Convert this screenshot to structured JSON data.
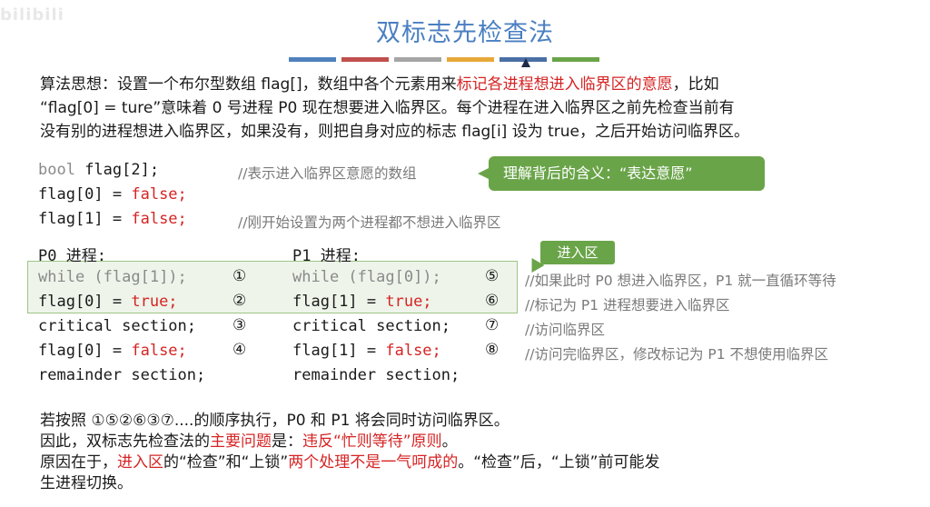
{
  "watermark": "bilibili",
  "title": "双标志先检查法",
  "progress_bar_colors": [
    "#4f81bd",
    "#c0504d",
    "#a5a5a5",
    "#e8a838",
    "#4a6fa5",
    "#6aa449"
  ],
  "intro": {
    "p1_a": "算法思想：设置一个布尔型数组 flag[]，数组中各个元素用来",
    "p1_red": "标记各进程想进入临界区的意愿",
    "p1_b": "，比如",
    "p2": "“flag[0] = ture”意味着 0 号进程 P0 现在想要进入临界区。每个进程在进入临界区之前先检查当前有",
    "p3": "没有别的进程想进入临界区，如果没有，则把自身对应的标志 flag[i] 设为 true，之后开始访问临界区。"
  },
  "decl": {
    "line1_kw": "bool",
    "line1_rest": " flag[2];",
    "line1_comment": "//表示进入临界区意愿的数组",
    "line2_a": "flag[0] = ",
    "line2_b": "false;",
    "line3_a": "flag[1] = ",
    "line3_b": "false;",
    "line3_comment": "//刚开始设置为两个进程都不想进入临界区"
  },
  "callout": "理解背后的含义：“表达意愿”",
  "entry_label": "进入区",
  "p0": {
    "header": "P0 进程:",
    "l1_kw": "while",
    "l1_rest": " (flag[1]);",
    "l2_a": "flag[0] = ",
    "l2_b": "true;",
    "l3": "critical section;",
    "l4_a": "flag[0] = ",
    "l4_b": "false;",
    "l5": "remainder section;",
    "marks": [
      "①",
      "②",
      "③",
      "④"
    ]
  },
  "p1": {
    "header": "P1 进程:",
    "l1_kw": "while",
    "l1_rest": " (flag[0]);",
    "l2_a": "flag[1] = ",
    "l2_b": "true;",
    "l3": "critical section;",
    "l4_a": "flag[1] = ",
    "l4_b": "false;",
    "l5": "remainder section;",
    "marks": [
      "⑤",
      "⑥",
      "⑦",
      "⑧"
    ]
  },
  "comments": [
    "//如果此时 P0 想进入临界区，P1 就一直循环等待",
    "//标记为 P1 进程想要进入临界区",
    "//访问临界区",
    "//访问完临界区，修改标记为 P1 不想使用临界区"
  ],
  "conclusion": {
    "l1": "若按照 ①⑤②⑥③⑦....的顺序执行，P0 和 P1 将会同时访问临界区。",
    "l2_a": "因此，双标志先检查法的",
    "l2_red1": "主要问题",
    "l2_b": "是：",
    "l2_red2": "违反“忙则等待”原则",
    "l2_c": "。",
    "l3_a": "原因在于，",
    "l3_red1": "进入区",
    "l3_b": "的“检查”和“上锁”",
    "l3_red2": "两个处理不是一气呵成的",
    "l3_c": "。“检查”后，“上锁”前可能发",
    "l4": "生进程切换。"
  }
}
